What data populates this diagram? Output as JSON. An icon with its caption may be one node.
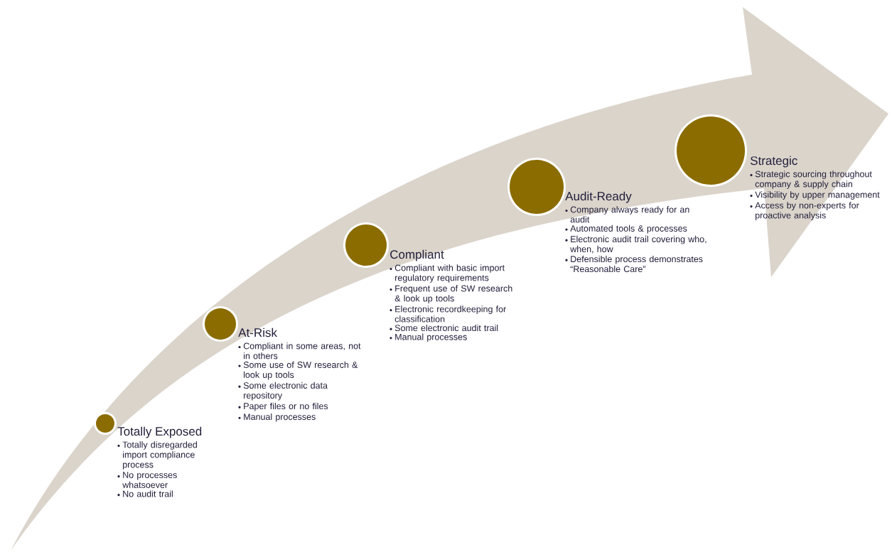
{
  "diagram": {
    "nodes": [
      {
        "text": [
          "Totally Exposed",
          "Totally disregarded import compliance process",
          "No processes whatsoever",
          "No audit trail"
        ]
      },
      {
        "text": [
          "At-Risk",
          "Compliant in some areas, not in others",
          "Some use of SW research & look up tools",
          "Some electronic data repository",
          "Paper files or no files",
          "Manual processes"
        ]
      },
      {
        "text": [
          "Compliant",
          "Compliant with basic import regulatory requirements",
          "Frequent use of SW research & look up tools",
          "Electronic recordkeeping for classification",
          "Some electronic audit trail",
          "Manual processes"
        ]
      },
      {
        "text": [
          "Audit-Ready",
          "Company always ready for an audit",
          "Automated tools & processes",
          "Electronic audit trail covering who, when, how",
          "Defensible process demonstrates “Reasonable Care”"
        ]
      },
      {
        "text": [
          "Strategic",
          "Strategic sourcing throughout company & supply chain",
          "Visibility by upper management",
          "Access by non-experts for proactive analysis"
        ]
      }
    ]
  }
}
